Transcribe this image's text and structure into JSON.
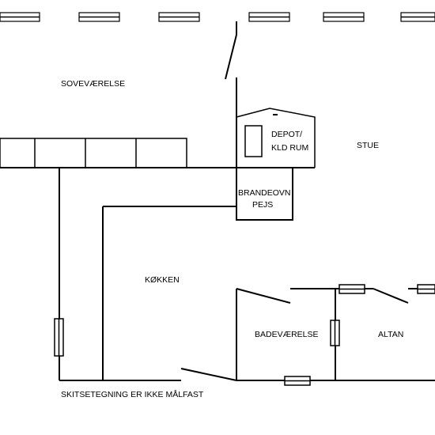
{
  "rooms": {
    "bedroom": "SOVEVÆRELSE",
    "depot_line1": "DEPOT/",
    "depot_line2": "KLD RUM",
    "living": "STUE",
    "stove_line1": "BRANDEOVN",
    "stove_line2": "PEJS",
    "kitchen": "KØKKEN",
    "bathroom": "BADEVÆRELSE",
    "balcony": "ALTAN"
  },
  "note": "SKITSETEGNING ER IKKE MÅLFAST"
}
